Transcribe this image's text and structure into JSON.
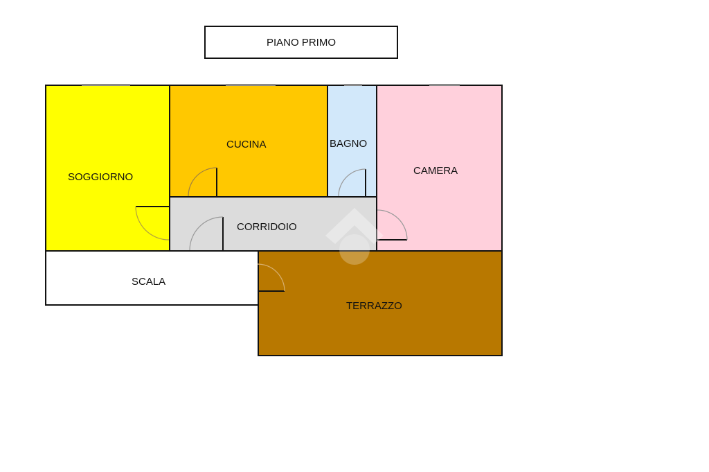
{
  "title": "PIANO PRIMO",
  "rooms": [
    {
      "name": "SOGGIORNO",
      "color": "#ffff00"
    },
    {
      "name": "CUCINA",
      "color": "#ffc800"
    },
    {
      "name": "BAGNO",
      "color": "#d2e8fa"
    },
    {
      "name": "CAMERA",
      "color": "#ffd0dc"
    },
    {
      "name": "CORRIDOIO",
      "color": "#dcdcdc"
    },
    {
      "name": "SCALA",
      "color": "#ffffff"
    },
    {
      "name": "TERRAZZO",
      "color": "#b87800"
    }
  ]
}
